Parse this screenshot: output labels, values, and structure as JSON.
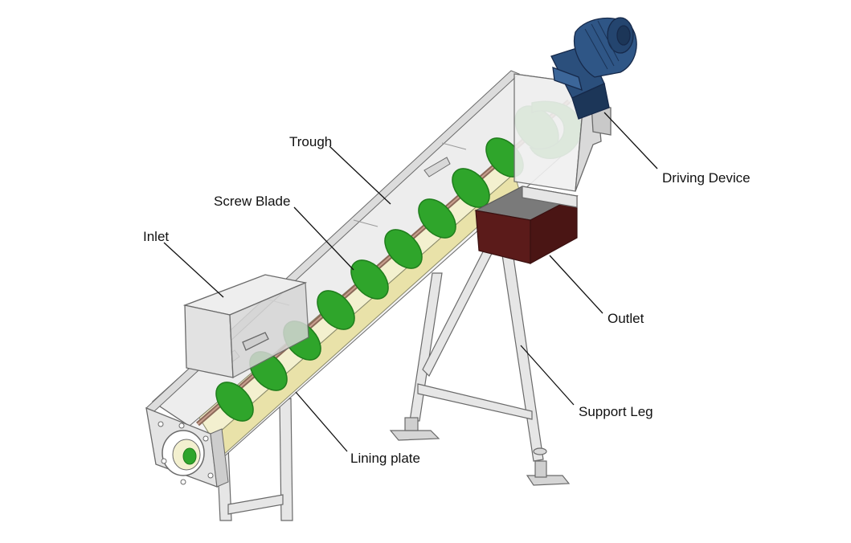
{
  "labels": {
    "driving_device": "Driving Device",
    "trough": "Trough",
    "screw_blade": "Screw Blade",
    "inlet": "Inlet",
    "outlet": "Outlet",
    "support_leg": "Support Leg",
    "lining_plate": "Lining plate"
  },
  "colors": {
    "screw_blade": "#2fa52b",
    "screw_blade_dark": "#1f7d1c",
    "motor": "#2b4f7c",
    "motor_dark": "#1c3658",
    "outlet_box": "#5b1b1a",
    "lining_plate": "#f3f0cf",
    "trough_metal": "#e9e9e9",
    "outline": "#6a6a6a"
  }
}
